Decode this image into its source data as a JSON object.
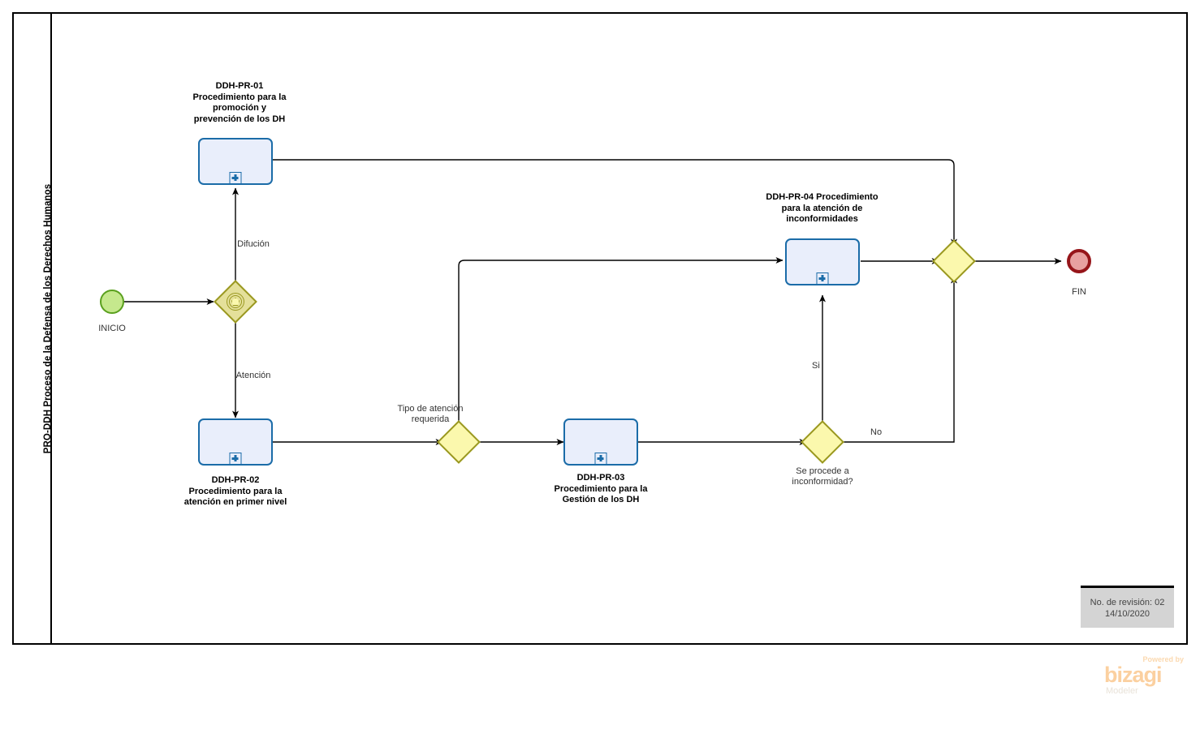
{
  "diagram": {
    "type": "bpmn-process-diagram",
    "pool_lane_title": "PRO-DDH Proceso de la Defensa de los Derechos Humanos",
    "colors": {
      "task_fill": "#e9eefb",
      "task_border": "#1b6ca8",
      "gateway_fill": "#fbf8ad",
      "gateway_border": "#9a9820",
      "start_event_fill": "#c5e88d",
      "start_event_border": "#5aa01e",
      "end_event_fill": "#e8a0a0",
      "end_event_border": "#96151a",
      "flow_line": "#000000",
      "revision_box_fill": "#d4d4d4",
      "brand_accent": "#fbd0a0"
    }
  },
  "events": {
    "start": {
      "label": "INICIO",
      "name": "start-event"
    },
    "end": {
      "label": "FIN",
      "name": "end-event"
    }
  },
  "tasks": [
    {
      "id": "ddh-pr-01",
      "label": "DDH-PR-01\nProcedimiento para la\npromoción y\nprevención de los DH",
      "line1": "DDH-PR-01",
      "line2": "Procedimiento para la",
      "line3": "promoción y",
      "line4": "prevención de los DH",
      "marker": "subprocess-collapsed"
    },
    {
      "id": "ddh-pr-02",
      "label": "DDH-PR-02\nProcedimiento para la\natención en primer nivel",
      "line1": "DDH-PR-02",
      "line2": "Procedimiento para la",
      "line3": "atención en primer nivel",
      "marker": "subprocess-collapsed"
    },
    {
      "id": "ddh-pr-03",
      "label": "DDH-PR-03\nProcedimiento para la\nGestión de los DH",
      "line1": "DDH-PR-03",
      "line2": "Procedimiento para la",
      "line3": "Gestión de los DH",
      "marker": "subprocess-collapsed"
    },
    {
      "id": "ddh-pr-04",
      "label": "DDH-PR-04 Procedimiento para la atención de inconformidades",
      "line1": "DDH-PR-04 Procedimiento",
      "line2": "para la atención de",
      "line3": "inconformidades",
      "marker": "subprocess-collapsed"
    }
  ],
  "gateways": [
    {
      "id": "gw-event-based",
      "kind": "event-based",
      "label": ""
    },
    {
      "id": "gw-tipo-atencion",
      "kind": "exclusive",
      "label_line1": "Tipo de atención",
      "label_line2": "requerida"
    },
    {
      "id": "gw-inconformidad",
      "kind": "exclusive",
      "label_line1": "Se procede a",
      "label_line2": "inconformidad?"
    },
    {
      "id": "gw-merge",
      "kind": "exclusive",
      "label_line1": "",
      "label_line2": ""
    }
  ],
  "flow_labels": {
    "difucion": "Difución",
    "atencion": "Atención",
    "si": "Si",
    "no": "No"
  },
  "revision": {
    "line1": "No. de revisión: 02",
    "line2": "14/10/2020"
  },
  "branding": {
    "powered_by": "Powered by",
    "product": "bizagi",
    "edition": "Modeler"
  }
}
